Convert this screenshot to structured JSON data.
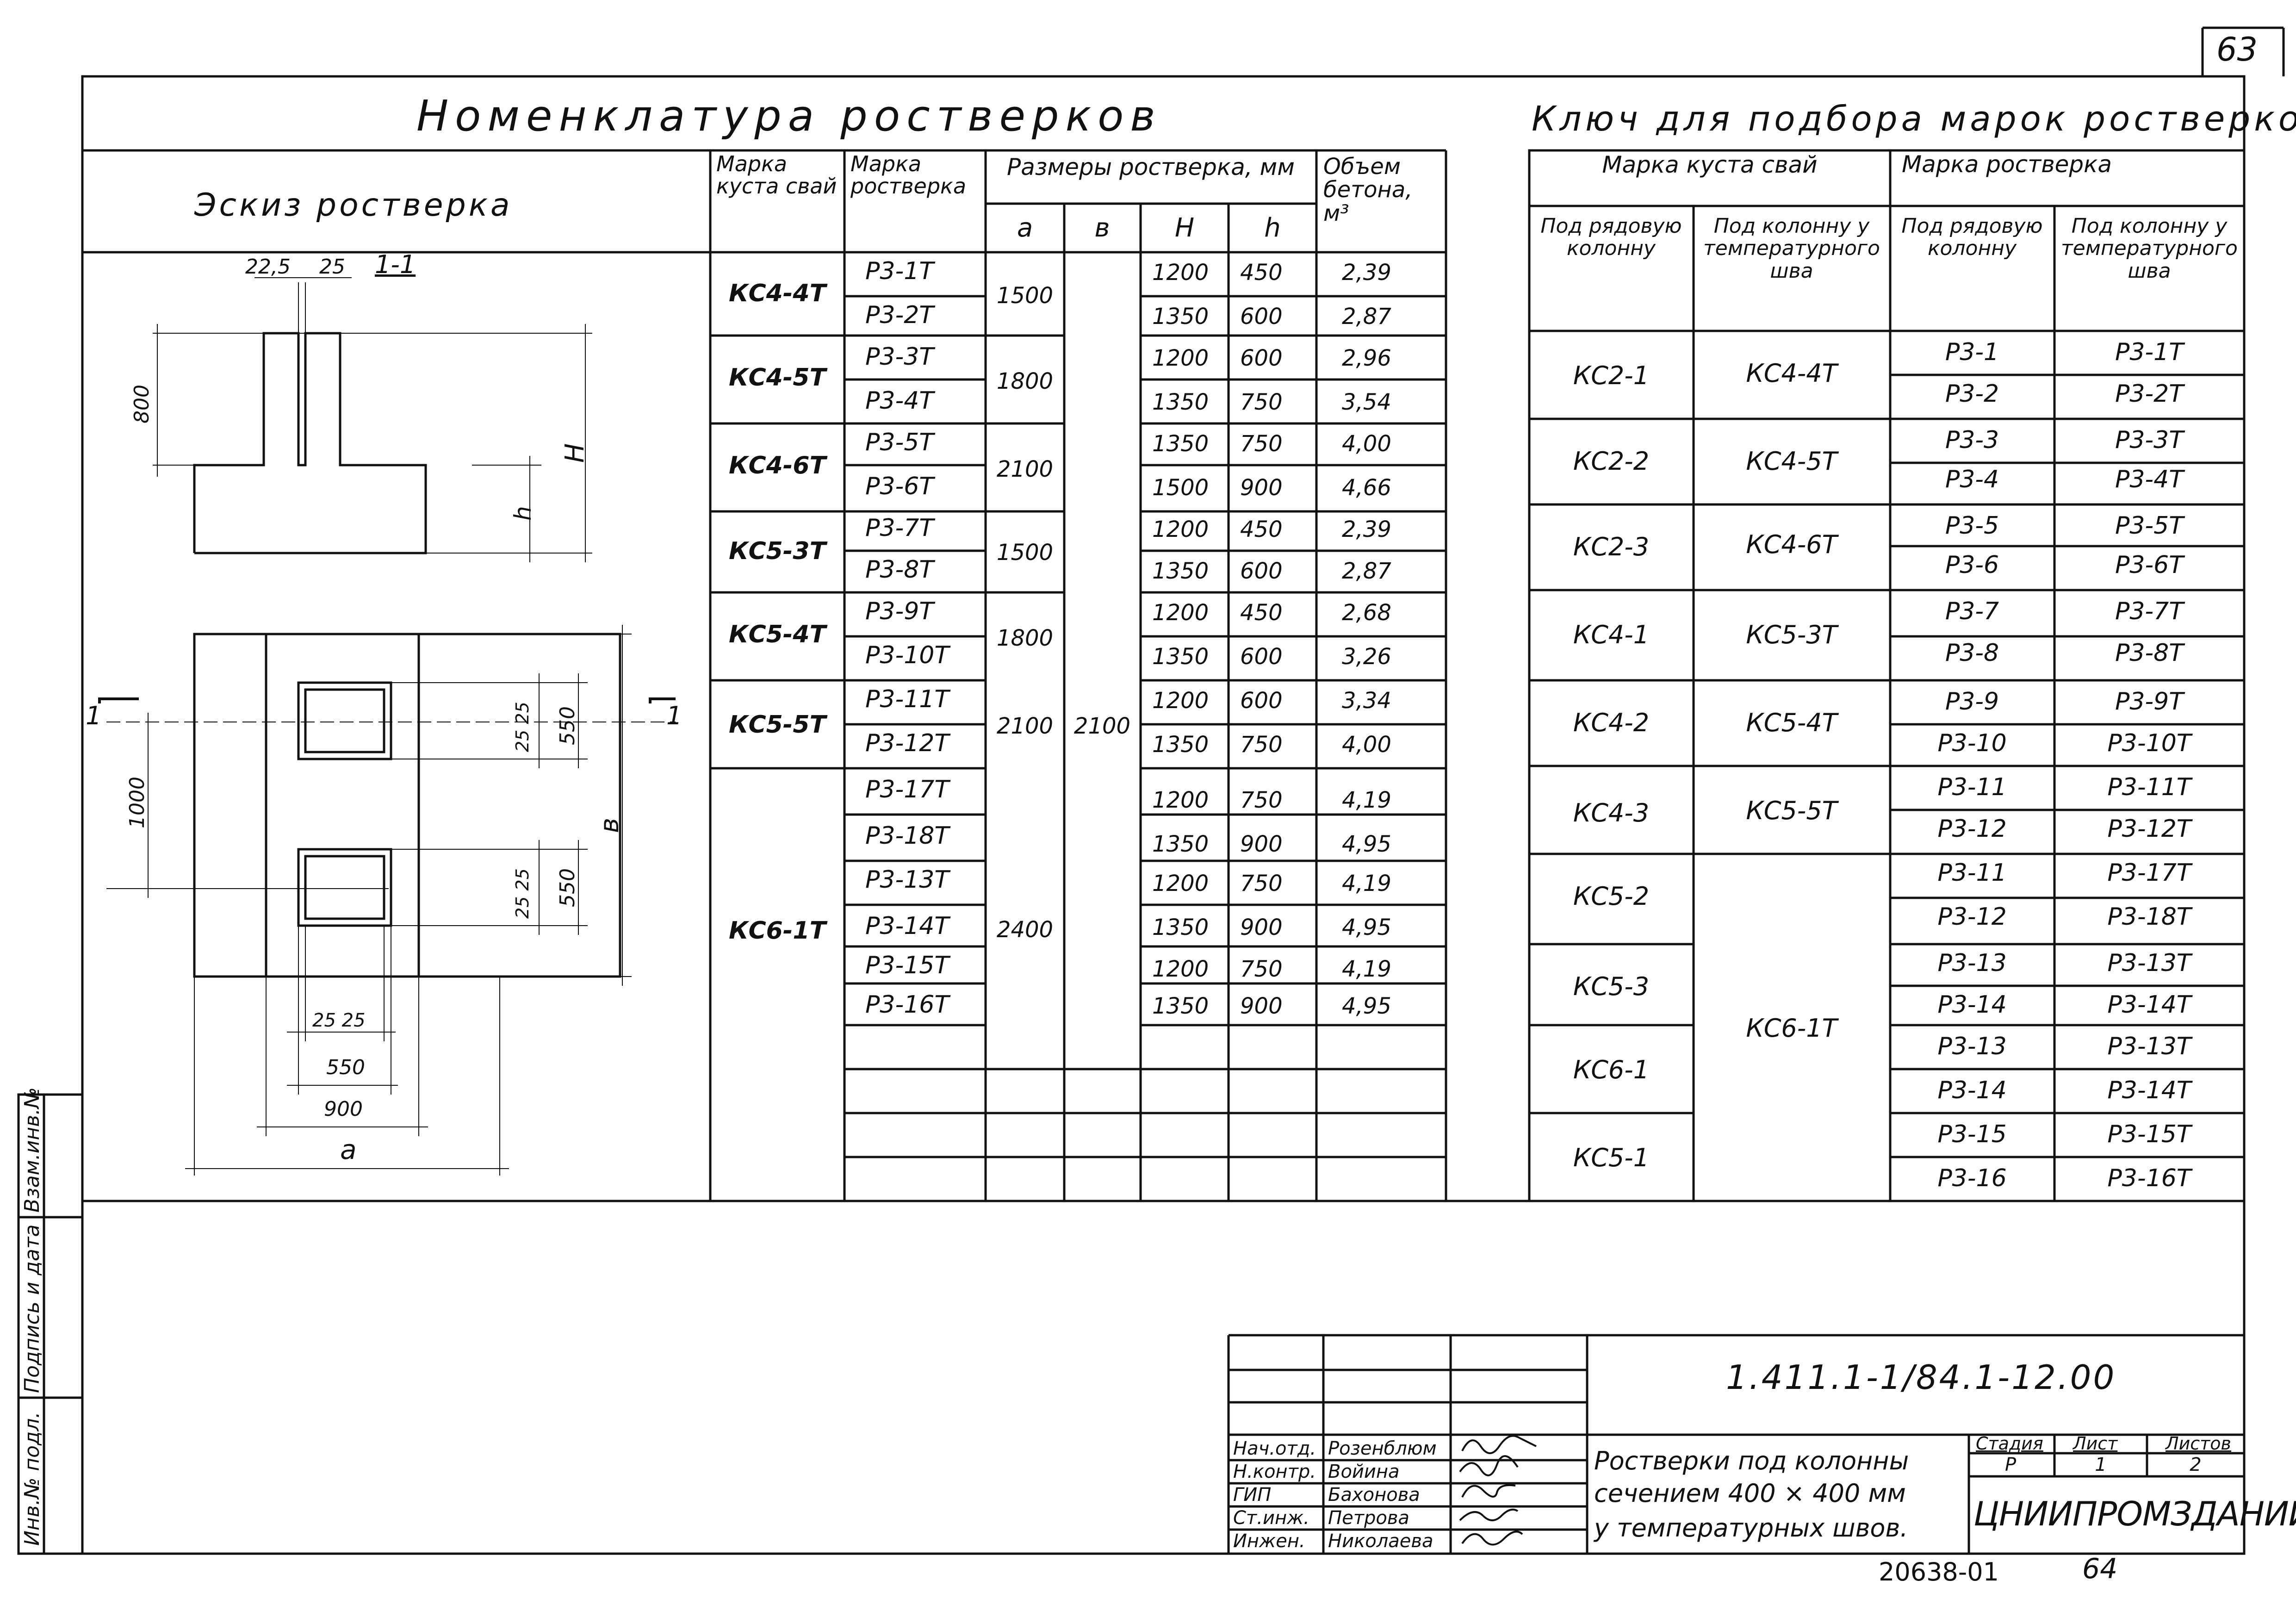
{
  "sheet": {
    "corner_number": "63",
    "left_margin_labels": [
      "Взам.инв.№",
      "Подпись и дата",
      "Инв.№ подл."
    ]
  },
  "nomenclature": {
    "title": "Номенклатура ростверков",
    "headers": {
      "sketch": "Эскиз ростверка",
      "pile_cluster": "Марка куста свай",
      "grillage_mark": "Марка ростверка",
      "dimensions": "Размеры ростверка, мм",
      "volume": "Объем бетона, м³",
      "a": "a",
      "b": "в",
      "H": "H",
      "h": "h"
    },
    "rows": [
      {
        "cluster": "КС4-4Т",
        "a": "1500",
        "marks": [
          {
            "mark": "Р3-1Т",
            "H": "1200",
            "h": "450",
            "V": "2,39"
          },
          {
            "mark": "Р3-2Т",
            "H": "1350",
            "h": "600",
            "V": "2,87"
          }
        ]
      },
      {
        "cluster": "КС4-5Т",
        "a": "1800",
        "marks": [
          {
            "mark": "Р3-3Т",
            "H": "1200",
            "h": "600",
            "V": "2,96"
          },
          {
            "mark": "Р3-4Т",
            "H": "1350",
            "h": "750",
            "V": "3,54"
          }
        ]
      },
      {
        "cluster": "КС4-6Т",
        "a": "2100",
        "marks": [
          {
            "mark": "Р3-5Т",
            "H": "1350",
            "h": "750",
            "V": "4,00"
          },
          {
            "mark": "Р3-6Т",
            "H": "1500",
            "h": "900",
            "V": "4,66"
          }
        ]
      },
      {
        "cluster": "КС5-3Т",
        "a": "1500",
        "marks": [
          {
            "mark": "Р3-7Т",
            "H": "1200",
            "h": "450",
            "V": "2,39"
          },
          {
            "mark": "Р3-8Т",
            "H": "1350",
            "h": "600",
            "V": "2,87"
          }
        ]
      },
      {
        "cluster": "КС5-4Т",
        "a": "1800",
        "marks": [
          {
            "mark": "Р3-9Т",
            "H": "1200",
            "h": "450",
            "V": "2,68"
          },
          {
            "mark": "Р3-10Т",
            "H": "1350",
            "h": "600",
            "V": "3,26"
          }
        ]
      },
      {
        "cluster": "КС5-5Т",
        "a": "2100",
        "marks": [
          {
            "mark": "Р3-11Т",
            "H": "1200",
            "h": "600",
            "V": "3,34"
          },
          {
            "mark": "Р3-12Т",
            "H": "1350",
            "h": "750",
            "V": "4,00"
          }
        ]
      },
      {
        "cluster": "КС6-1Т",
        "a": "2400",
        "marks": [
          {
            "mark": "Р3-17Т",
            "H": "1200",
            "h": "750",
            "V": "4,19"
          },
          {
            "mark": "Р3-18Т",
            "H": "1350",
            "h": "900",
            "V": "4,95"
          },
          {
            "mark": "Р3-13Т",
            "H": "1200",
            "h": "750",
            "V": "4,19"
          },
          {
            "mark": "Р3-14Т",
            "H": "1350",
            "h": "900",
            "V": "4,95"
          },
          {
            "mark": "Р3-15Т",
            "H": "1200",
            "h": "750",
            "V": "4,19"
          },
          {
            "mark": "Р3-16Т",
            "H": "1350",
            "h": "900",
            "V": "4,95"
          }
        ]
      }
    ],
    "b_value": "2100"
  },
  "sketch": {
    "section_label": "1-1",
    "dims": {
      "d225": "22,5",
      "d25": "25",
      "d800": "800",
      "H": "H",
      "h": "h",
      "d1000": "1000",
      "d550a": "550",
      "d550b": "550",
      "d2525a": "25 25",
      "d2525b": "25 25",
      "d2525c": "25 25",
      "d550c": "550",
      "d900": "900",
      "a": "a",
      "b": "в",
      "cut_left": "1",
      "cut_right": "1"
    }
  },
  "key": {
    "title": "Ключ для подбора марок ростверков",
    "headers": {
      "cluster": "Марка куста свай",
      "grillage": "Марка ростверка",
      "ordinary": "Под рядовую колонну",
      "temp_joint": "Под колонну у температурного шва"
    },
    "groups": [
      {
        "ord": "КС2-1",
        "temp": "КС4-4Т",
        "pairs": [
          [
            "Р3-1",
            "Р3-1Т"
          ],
          [
            "Р3-2",
            "Р3-2Т"
          ]
        ]
      },
      {
        "ord": "КС2-2",
        "temp": "КС4-5Т",
        "pairs": [
          [
            "Р3-3",
            "Р3-3Т"
          ],
          [
            "Р3-4",
            "Р3-4Т"
          ]
        ]
      },
      {
        "ord": "КС2-3",
        "temp": "КС4-6Т",
        "pairs": [
          [
            "Р3-5",
            "Р3-5Т"
          ],
          [
            "Р3-6",
            "Р3-6Т"
          ]
        ]
      },
      {
        "ord": "КС4-1",
        "temp": "КС5-3Т",
        "pairs": [
          [
            "Р3-7",
            "Р3-7Т"
          ],
          [
            "Р3-8",
            "Р3-8Т"
          ]
        ]
      },
      {
        "ord": "КС4-2",
        "temp": "КС5-4Т",
        "pairs": [
          [
            "Р3-9",
            "Р3-9Т"
          ],
          [
            "Р3-10",
            "Р3-10Т"
          ]
        ]
      },
      {
        "ord": "КС4-3",
        "temp": "КС5-5Т",
        "pairs": [
          [
            "Р3-11",
            "Р3-11Т"
          ],
          [
            "Р3-12",
            "Р3-12Т"
          ]
        ]
      },
      {
        "ord": "КС5-2",
        "temp": "",
        "pairs": [
          [
            "Р3-11",
            "Р3-17Т"
          ],
          [
            "Р3-12",
            "Р3-18Т"
          ]
        ]
      },
      {
        "ord": "КС5-3",
        "temp": "КС6-1Т",
        "pairs": [
          [
            "Р3-13",
            "Р3-13Т"
          ],
          [
            "Р3-14",
            "Р3-14Т"
          ]
        ]
      },
      {
        "ord": "КС6-1",
        "temp": "",
        "pairs": [
          [
            "Р3-13",
            "Р3-13Т"
          ],
          [
            "Р3-14",
            "Р3-14Т"
          ]
        ]
      },
      {
        "ord": "КС5-1",
        "temp": "",
        "pairs": [
          [
            "Р3-15",
            "Р3-15Т"
          ],
          [
            "Р3-16",
            "Р3-16Т"
          ]
        ]
      }
    ]
  },
  "title_block": {
    "code": "1.411.1-1/84.1-12.00",
    "roles": [
      "Нач.отд.",
      "Н.контр.",
      "ГИП",
      "Ст.инж.",
      "Инжен."
    ],
    "names": [
      "Розенблюм",
      "Войина",
      "Бахонова",
      "Петрова",
      "Николаева"
    ],
    "title_lines": [
      "Ростверки под колонны",
      "сечением 400 × 400 мм",
      "у температурных швов."
    ],
    "stage_label": "Стадия",
    "sheet_label": "Лист",
    "sheets_label": "Листов",
    "stage": "Р",
    "sheet": "1",
    "sheets": "2",
    "org": "ЦНИИПРОМЗДАНИЙ"
  },
  "footer": {
    "ref": "20638-01",
    "page": "64"
  }
}
